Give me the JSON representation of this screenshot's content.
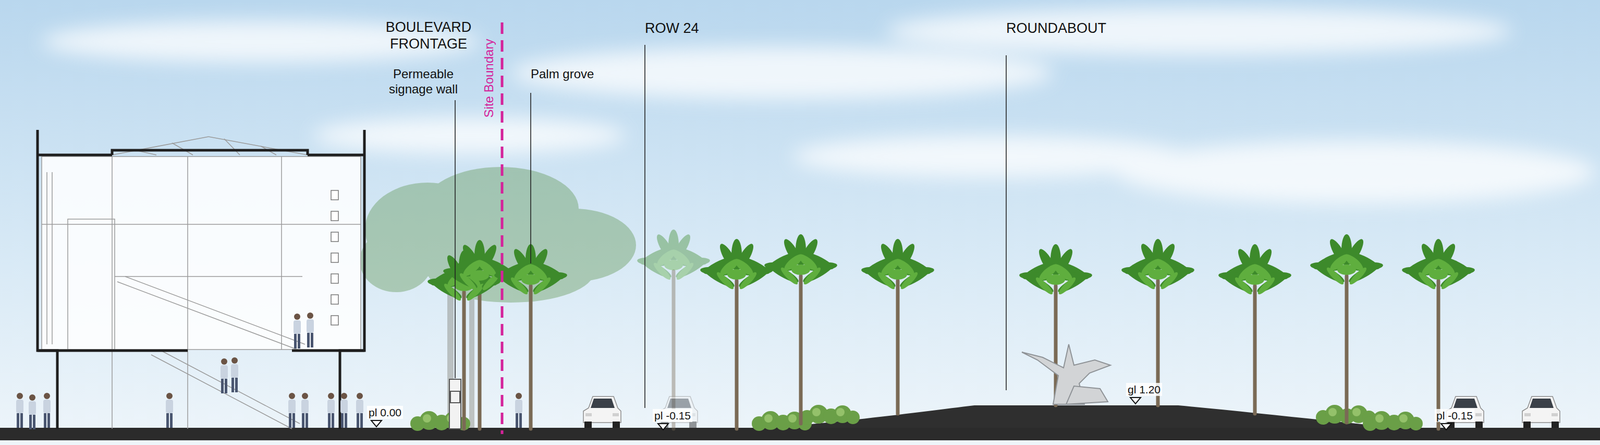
{
  "diagram": {
    "labels": [
      "BOULEVARD FRONTAGE",
      "Permeable signage wall",
      "Site Boundary",
      "Palm grove",
      "ROW 24",
      "ROUNDABOUT",
      "pl 0.00",
      "pl -0.15",
      "gl 1.20",
      "pl -0.15"
    ]
  }
}
